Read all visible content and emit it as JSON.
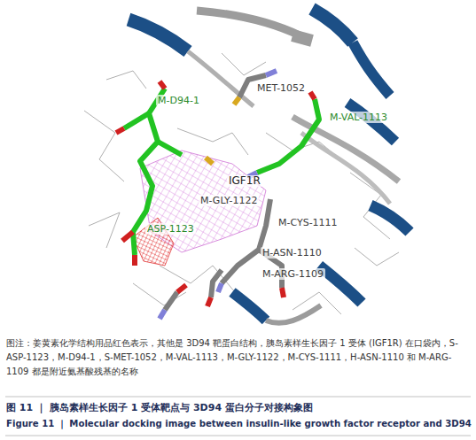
{
  "diagram": {
    "caption": "图 11 ｜ 胰岛素样生长因子 1 受体靶点与 3D94 蛋白分子对接构象图",
    "labels": [
      "M-D94-1",
      "MET-1052",
      "M-VAL-1113",
      "IGF1R",
      "M-GLY-1122",
      "M-CYS-1111",
      "ASP-1123",
      "H-ASN-1110",
      "M-ARG-1109",
      "图注：姜黄素化学结构用品红色表示，其他是 3D94 靶蛋白结构，胰岛素样生长因子 1 受体 (IGF1R) 在口袋内，S-ASP-1123，M-D94-1，S-MET-1052，M-VAL-1113，M-GLY-1122，M-CYS-1111，H-ASN-1110 和 M-ARG-1109 都是附近氨基酸残基的名称",
      "Figure 11 ｜ Molecular docking image between insulin-like growth factor receptor and 3D94"
    ]
  }
}
